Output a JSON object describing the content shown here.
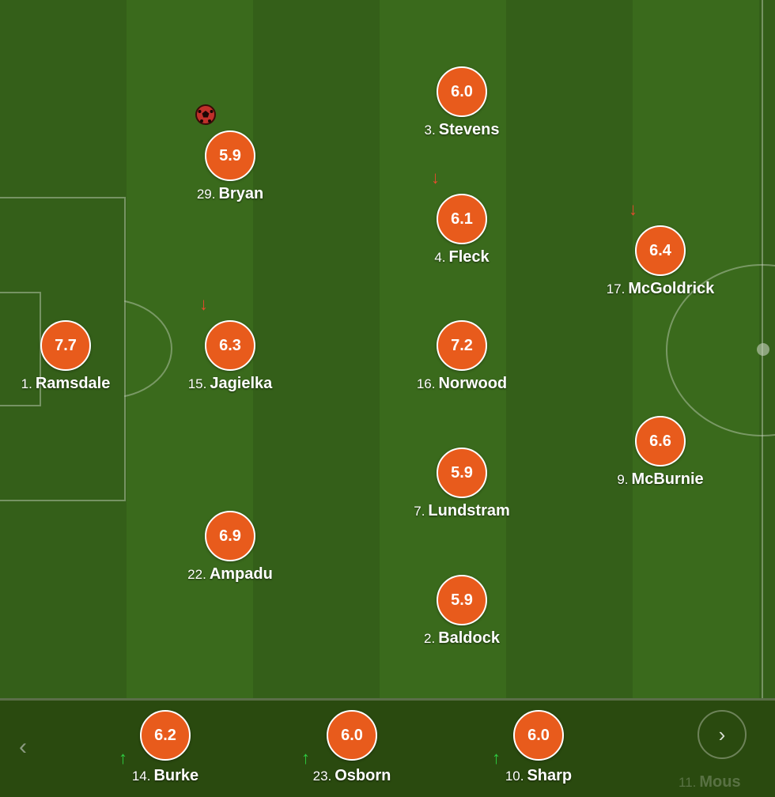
{
  "colors": {
    "rating_bg": "#e85b1c",
    "sub_off": "#e54b2e",
    "sub_on": "#2ecc40"
  },
  "icons": {
    "goal": "football-icon",
    "sub_off": "arrow-down-icon",
    "sub_on": "arrow-up-icon",
    "prev": "chevron-left-icon",
    "next": "chevron-right-icon"
  },
  "players": [
    {
      "number": "1.",
      "name": "Ramsdale",
      "rating": "7.7"
    },
    {
      "number": "29.",
      "name": "Bryan",
      "rating": "5.9",
      "goal": true
    },
    {
      "number": "15.",
      "name": "Jagielka",
      "rating": "6.3",
      "subbed_off": true
    },
    {
      "number": "22.",
      "name": "Ampadu",
      "rating": "6.9"
    },
    {
      "number": "3.",
      "name": "Stevens",
      "rating": "6.0"
    },
    {
      "number": "4.",
      "name": "Fleck",
      "rating": "6.1",
      "subbed_off": true
    },
    {
      "number": "16.",
      "name": "Norwood",
      "rating": "7.2"
    },
    {
      "number": "7.",
      "name": "Lundstram",
      "rating": "5.9"
    },
    {
      "number": "2.",
      "name": "Baldock",
      "rating": "5.9"
    },
    {
      "number": "17.",
      "name": "McGoldrick",
      "rating": "6.4",
      "subbed_off": true
    },
    {
      "number": "9.",
      "name": "McBurnie",
      "rating": "6.6"
    }
  ],
  "bench": [
    {
      "number": "14.",
      "name": "Burke",
      "rating": "6.2",
      "subbed_on": true
    },
    {
      "number": "23.",
      "name": "Osborn",
      "rating": "6.0",
      "subbed_on": true
    },
    {
      "number": "10.",
      "name": "Sharp",
      "rating": "6.0",
      "subbed_on": true
    },
    {
      "number": "11.",
      "name": "Mous",
      "faded": true
    }
  ],
  "symbols": {
    "sub_off": "↓",
    "sub_on": "↑",
    "prev": "‹",
    "next": "›"
  }
}
